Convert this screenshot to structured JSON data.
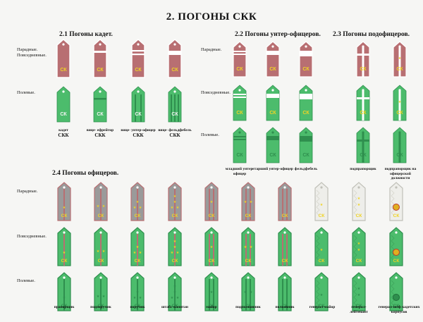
{
  "title": "2. ПОГОНЫ СКК",
  "sections": {
    "cadet": "2.1 Погоны кадет.",
    "nco": "2.2 Погоны унтер-офицеров.",
    "sub": "2.3 Погоны подофицеров.",
    "officer": "2.4 Погоны офицеров."
  },
  "row_labels": {
    "parade": "Парадные.",
    "everyday": "Повседневные.",
    "parade_everyday": "Парадные. Повседневные.",
    "field": "Полевые."
  },
  "strap_text": "СК",
  "cadet_captions": [
    {
      "l1": "кадет",
      "l2": "СКК"
    },
    {
      "l1": "вице- ефрейтор",
      "l2": "СКК"
    },
    {
      "l1": "вице- унтер-офицер",
      "l2": "СКК"
    },
    {
      "l1": "вице- фельдфебель",
      "l2": "СКК"
    }
  ],
  "nco_captions": [
    "младший унтер-офицер",
    "старший унтер-офицер",
    "фельдфебель"
  ],
  "sub_captions": [
    "подпрапорщик",
    "подпрапорщик на офицерской должности"
  ],
  "officer_captions": [
    "прапорщик",
    "подпоручик",
    "поручик",
    "штабс-капитан",
    "майор",
    "подполковник",
    "полковник",
    "генерал-майор",
    "генерал-лейтенант",
    "генерал-шеф кадетских корпусов"
  ],
  "colors": {
    "parade": "#b86f72",
    "field_green": "#4cbc6c",
    "field_dark": "#2f8f4e",
    "gold": "#f0d424",
    "silver": "#9a9a9a",
    "white_strap": "#eeeeea"
  }
}
